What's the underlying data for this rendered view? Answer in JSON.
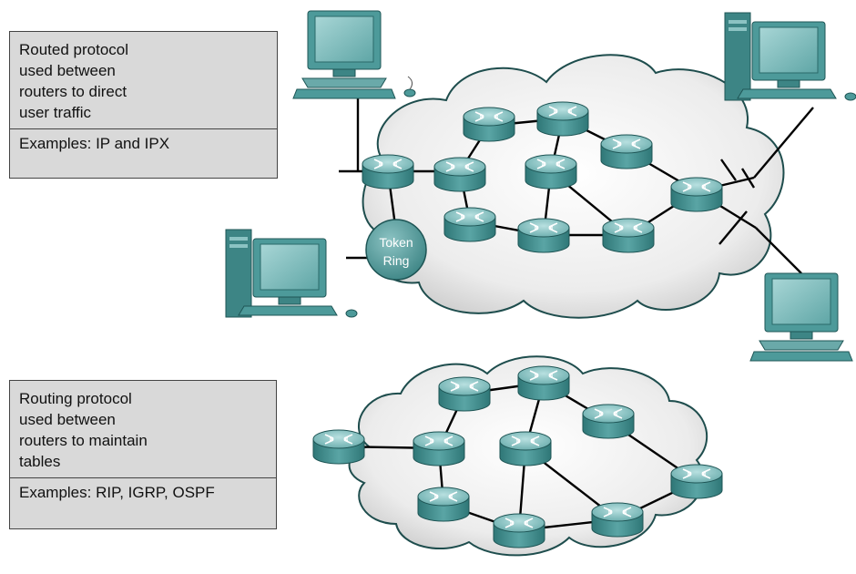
{
  "routed": {
    "description": "Routed protocol\nused between\nrouters to direct\nuser traffic",
    "examples": "Examples: IP and IPX"
  },
  "routing": {
    "description": "Routing protocol\nused between\nrouters to maintain\ntables",
    "examples": "Examples: RIP, IGRP, OSPF"
  },
  "token_ring": {
    "line1": "Token",
    "line2": "Ring"
  },
  "colors": {
    "router_top": "#8fc6c6",
    "router_body": "#3f8d8d",
    "cloud_edge": "#1e4d4d",
    "cloud_fill": "#eeeeee",
    "box_fill": "#d9d9d9",
    "monitor": "#4d9a9a"
  },
  "icons": [
    "router-icon",
    "workstation-icon",
    "token-ring-icon",
    "cloud-icon"
  ]
}
